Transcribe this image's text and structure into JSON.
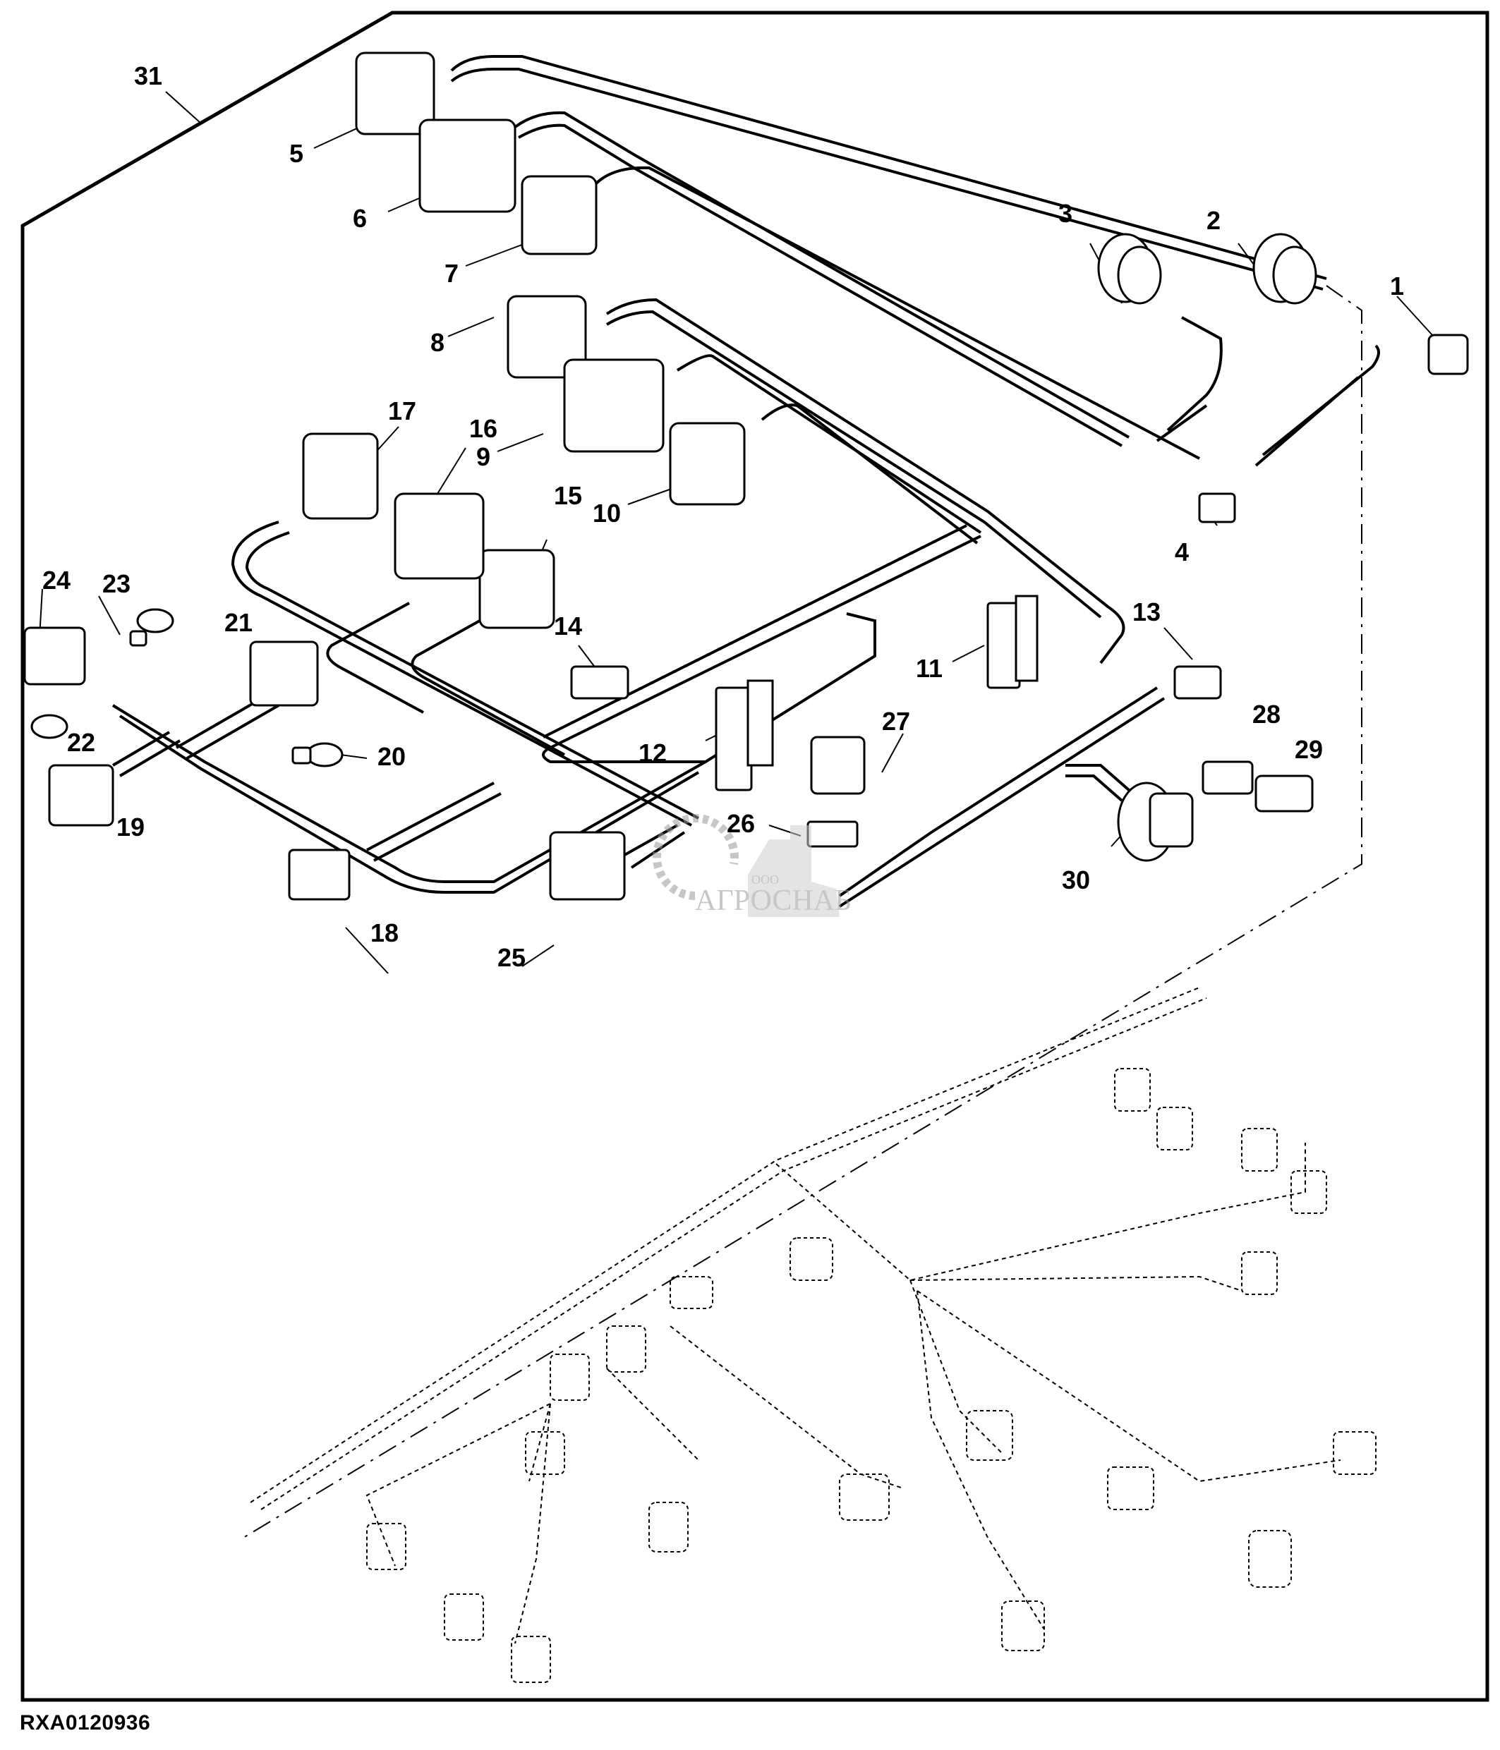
{
  "figure_code": "RXA0120936",
  "watermark": {
    "prefix": "ООО",
    "name": "АГРОСНАБ"
  },
  "colors": {
    "line": "#000000",
    "watermark": "#9a9a9a",
    "background": "#ffffff"
  },
  "callouts": [
    {
      "id": 1,
      "label": "1",
      "part": "connector"
    },
    {
      "id": 2,
      "label": "2",
      "part": "round-connector"
    },
    {
      "id": 3,
      "label": "3",
      "part": "round-connector"
    },
    {
      "id": 4,
      "label": "4",
      "part": "connector"
    },
    {
      "id": 5,
      "label": "5",
      "part": "connector"
    },
    {
      "id": 6,
      "label": "6",
      "part": "connector"
    },
    {
      "id": 7,
      "label": "7",
      "part": "connector"
    },
    {
      "id": 8,
      "label": "8",
      "part": "connector"
    },
    {
      "id": 9,
      "label": "9",
      "part": "connector"
    },
    {
      "id": 10,
      "label": "10",
      "part": "connector"
    },
    {
      "id": 11,
      "label": "11",
      "part": "connector-block"
    },
    {
      "id": 12,
      "label": "12",
      "part": "connector-block"
    },
    {
      "id": 13,
      "label": "13",
      "part": "connector"
    },
    {
      "id": 14,
      "label": "14",
      "part": "connector"
    },
    {
      "id": 15,
      "label": "15",
      "part": "connector"
    },
    {
      "id": 16,
      "label": "16",
      "part": "connector"
    },
    {
      "id": 17,
      "label": "17",
      "part": "connector"
    },
    {
      "id": 18,
      "label": "18",
      "part": "connector"
    },
    {
      "id": 19,
      "label": "19",
      "part": "connector"
    },
    {
      "id": 20,
      "label": "20",
      "part": "ring-terminal"
    },
    {
      "id": 21,
      "label": "21",
      "part": "connector"
    },
    {
      "id": 22,
      "label": "22",
      "part": "ring-terminal"
    },
    {
      "id": 23,
      "label": "23",
      "part": "ring-terminal"
    },
    {
      "id": 24,
      "label": "24",
      "part": "connector"
    },
    {
      "id": 25,
      "label": "25",
      "part": "connector"
    },
    {
      "id": 26,
      "label": "26",
      "part": "clip"
    },
    {
      "id": 27,
      "label": "27",
      "part": "connector"
    },
    {
      "id": 28,
      "label": "28",
      "part": "connector"
    },
    {
      "id": 29,
      "label": "29",
      "part": "connector"
    },
    {
      "id": 30,
      "label": "30",
      "part": "round-connector"
    },
    {
      "id": 31,
      "label": "31",
      "part": "harness-assembly"
    }
  ]
}
